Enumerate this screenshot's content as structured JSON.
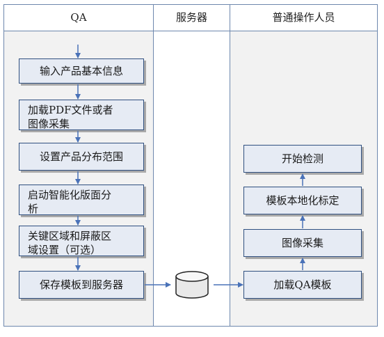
{
  "lanes": {
    "qa": "QA",
    "server": "服务器",
    "operator": "普通操作人员"
  },
  "qa_steps": {
    "s1": "输入产品基本信息",
    "s2a": "加载PDF文件或者",
    "s2b": "图像采集",
    "s3": "设置产品分布范围",
    "s4a": "启动智能化版面分",
    "s4b": "析",
    "s5a": "关键区域和屏蔽区",
    "s5b": "域设置（可选）",
    "s6": "保存模板到服务器"
  },
  "operator_steps": {
    "o1": "加载QA模板",
    "o2": "图像采集",
    "o3": "模板本地化标定",
    "o4": "开始检测"
  },
  "icons": {
    "server": "database-cylinder-icon"
  },
  "colors": {
    "box_fill": "#e6ebf4",
    "box_border": "#2f4f7f",
    "arrow": "#4a72b8",
    "lane_line": "#6d87ad"
  }
}
